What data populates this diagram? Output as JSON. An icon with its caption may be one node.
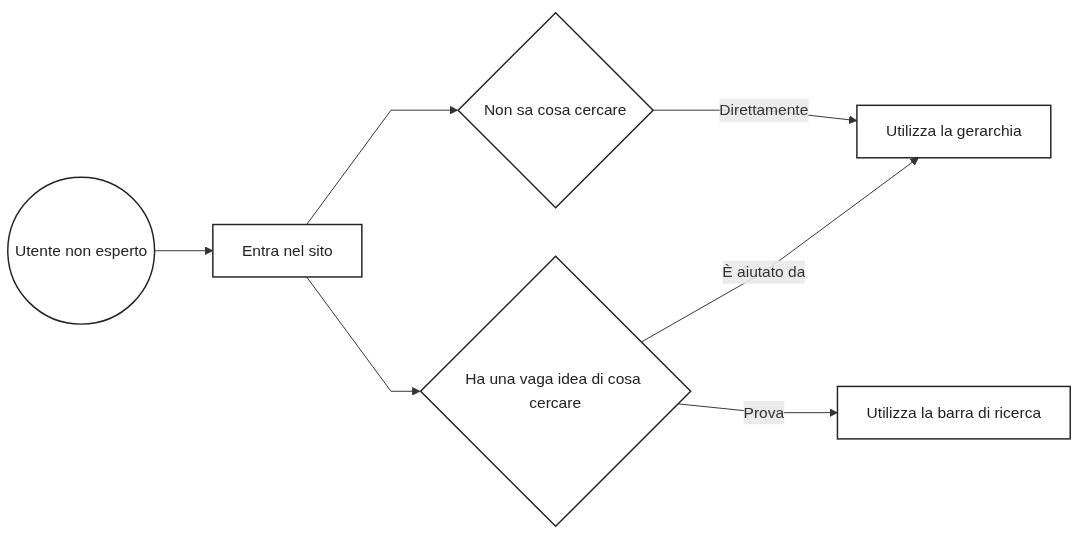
{
  "diagram": {
    "nodes": [
      {
        "text": [
          "Utente non esperto"
        ]
      },
      {
        "text": [
          "Entra nel sito"
        ]
      },
      {
        "text": [
          "Non sa cosa cercare"
        ]
      },
      {
        "text": [
          "Ha una vaga idea di cosa cercare"
        ]
      },
      {
        "text": [
          "Utilizza la gerarchia"
        ]
      },
      {
        "text": [
          "Utilizza la barra di ricerca"
        ]
      }
    ],
    "edges": [
      {
        "from": 0,
        "to": 1,
        "arrow": "to"
      },
      {
        "from": 1,
        "to": 2,
        "arrow": "to"
      },
      {
        "from": 1,
        "to": 3,
        "arrow": "to"
      },
      {
        "from": 2,
        "to": 4,
        "label": "Direttamente",
        "arrow": "to"
      },
      {
        "from": 3,
        "to": 4,
        "label": "È aiutato da",
        "arrow": "to"
      },
      {
        "from": 3,
        "to": 5,
        "label": "Prova",
        "arrow": "to"
      }
    ]
  }
}
